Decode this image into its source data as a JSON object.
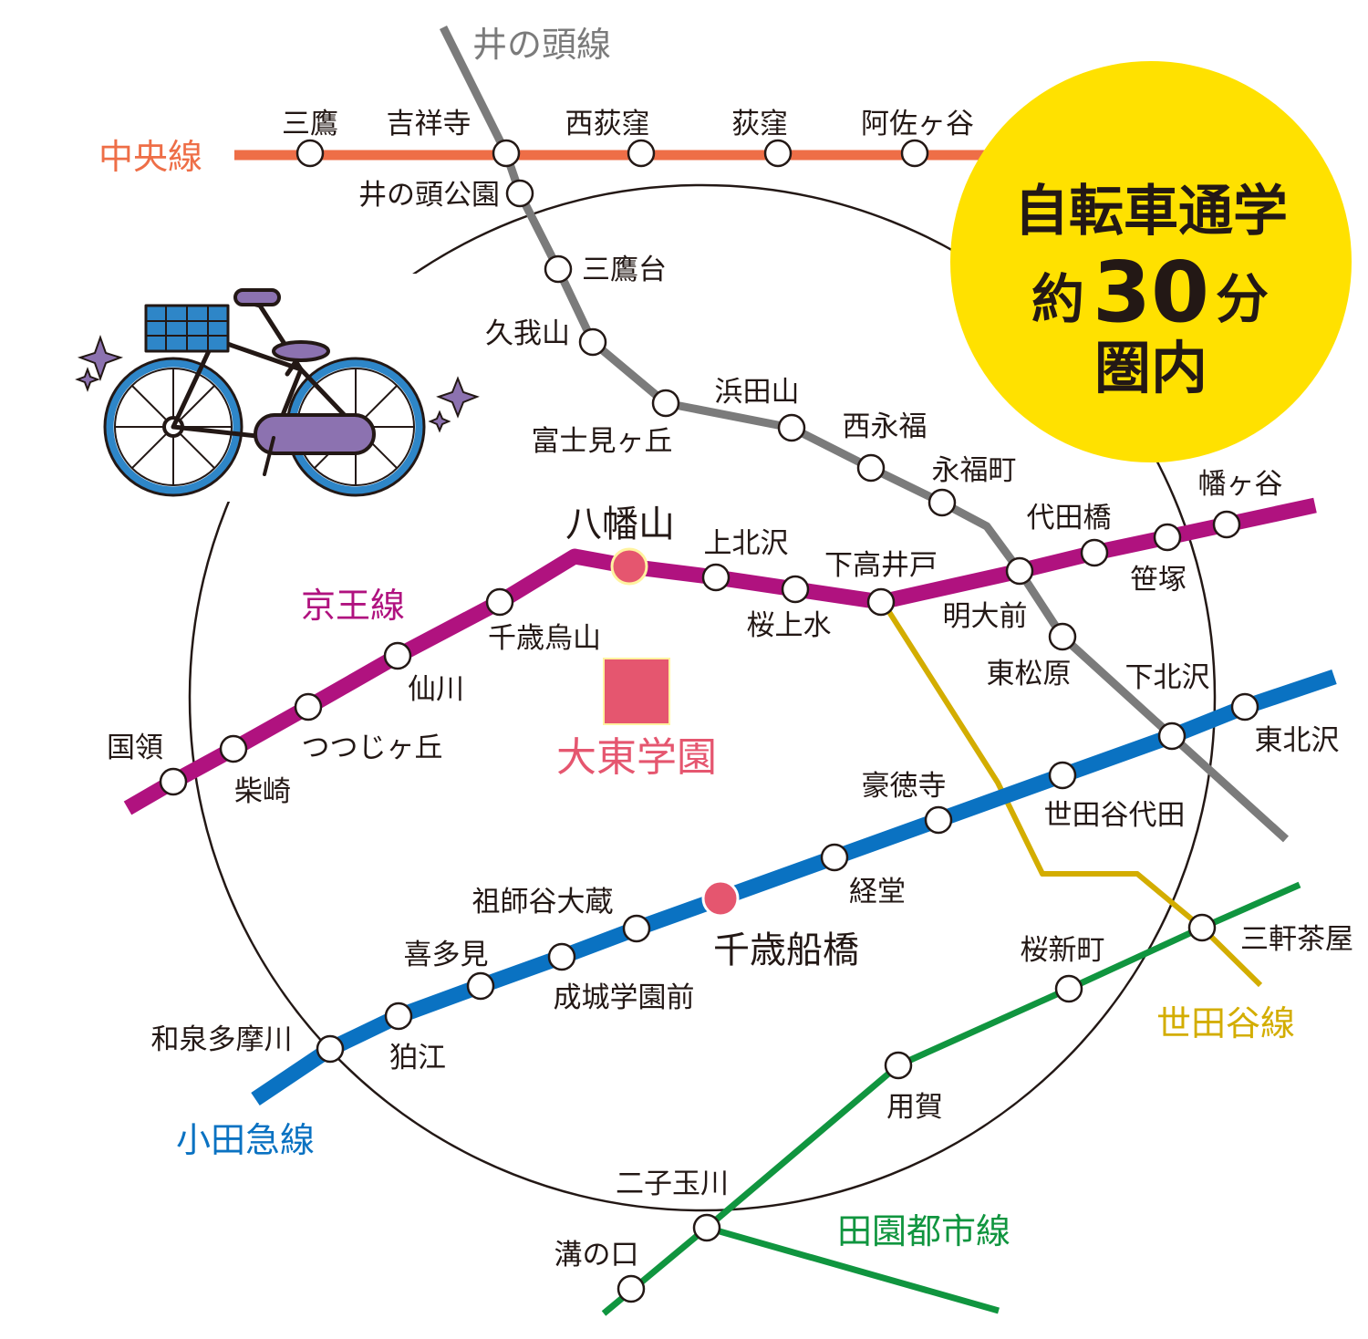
{
  "colors": {
    "chuo": "#ee6e47",
    "inokashira": "#7b7b7b",
    "keio": "#b0127f",
    "odakyu": "#0a72c2",
    "setagaya": "#d3ad00",
    "denentoshi": "#10953f",
    "school": "#e5566f",
    "badge": "#ffe100",
    "bike_wheel": "#2e86c8",
    "bike_accent": "#8c72b0"
  },
  "lines": {
    "chuo": "中央線",
    "inokashira": "井の頭線",
    "keio": "京王線",
    "odakyu": "小田急線",
    "setagaya": "世田谷線",
    "denentoshi": "田園都市線"
  },
  "stations": {
    "mitaka": "三鷹",
    "kichijoji": "吉祥寺",
    "nishiogikubo": "西荻窪",
    "ogikubo": "荻窪",
    "asagaya": "阿佐ヶ谷",
    "inokashira_koen": "井の頭公園",
    "mitakadai": "三鷹台",
    "kugayama": "久我山",
    "fujimigaoka": "富士見ヶ丘",
    "hamadayama": "浜田山",
    "nishieifuku": "西永福",
    "eifukucho": "永福町",
    "meidaimae": "明大前",
    "higashimatsubara": "東松原",
    "shimokitazawa": "下北沢",
    "hatagaya": "幡ヶ谷",
    "sasazuka": "笹塚",
    "daitabashi": "代田橋",
    "shimotakaido": "下高井戸",
    "sakurajosui": "桜上水",
    "kamikitazawa": "上北沢",
    "hachimanyama": "八幡山",
    "chitosekarasuyama": "千歳烏山",
    "sengawa": "仙川",
    "tsutsujigaoka": "つつじヶ丘",
    "shibasaki": "柴崎",
    "kokuryo": "国領",
    "higashikitazawa": "東北沢",
    "setagayadaita": "世田谷代田",
    "gotokuji": "豪徳寺",
    "kyodo": "経堂",
    "chitosefunabashi": "千歳船橋",
    "soshigayaokura": "祖師谷大蔵",
    "seijogakuenmae": "成城学園前",
    "kitami": "喜多見",
    "komae": "狛江",
    "izumitamagawa": "和泉多摩川",
    "sangenjaya": "三軒茶屋",
    "sakurashinmachi": "桜新町",
    "yoga": "用賀",
    "futakotamagawa": "二子玉川",
    "mizonokuchi": "溝の口"
  },
  "school": "大東学園",
  "badge": {
    "line1": "自転車通学",
    "approx": "約",
    "minutes": "30",
    "unit": "分",
    "line3": "圏内"
  },
  "icons": [
    "bicycle-icon",
    "sparkle-icon"
  ]
}
